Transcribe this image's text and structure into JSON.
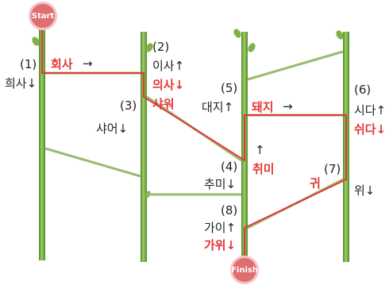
{
  "badges": {
    "start": "Start",
    "finish": "Finish"
  },
  "labels": {
    "n1": "(1)",
    "w1a": "회사",
    "w1b": "희사↓",
    "n2": "(2)",
    "w2a": "이사↑",
    "w2b": "의사↓",
    "w2c": "샤워",
    "n3": "(3)",
    "w3": "샤어↓",
    "n4": "(4)",
    "w4a": "취미",
    "w4b": "추미↓",
    "n5": "(5)",
    "w5a": "대지↑",
    "w5b": "돼지",
    "n6": "(6)",
    "w6a": "시다↑",
    "w6b": "쉬다↓",
    "n7": "(7)",
    "w7a": "귀",
    "w7b": "위↓",
    "n8": "(8)",
    "w8a": "가이↑",
    "w8b": "가위↓"
  },
  "arrows": {
    "right": "→",
    "up": "↑"
  },
  "colors": {
    "path": "#e2383a",
    "pole": "#5f9a36",
    "poleLight": "#8fc05a",
    "rung": "#9bbb6e"
  }
}
